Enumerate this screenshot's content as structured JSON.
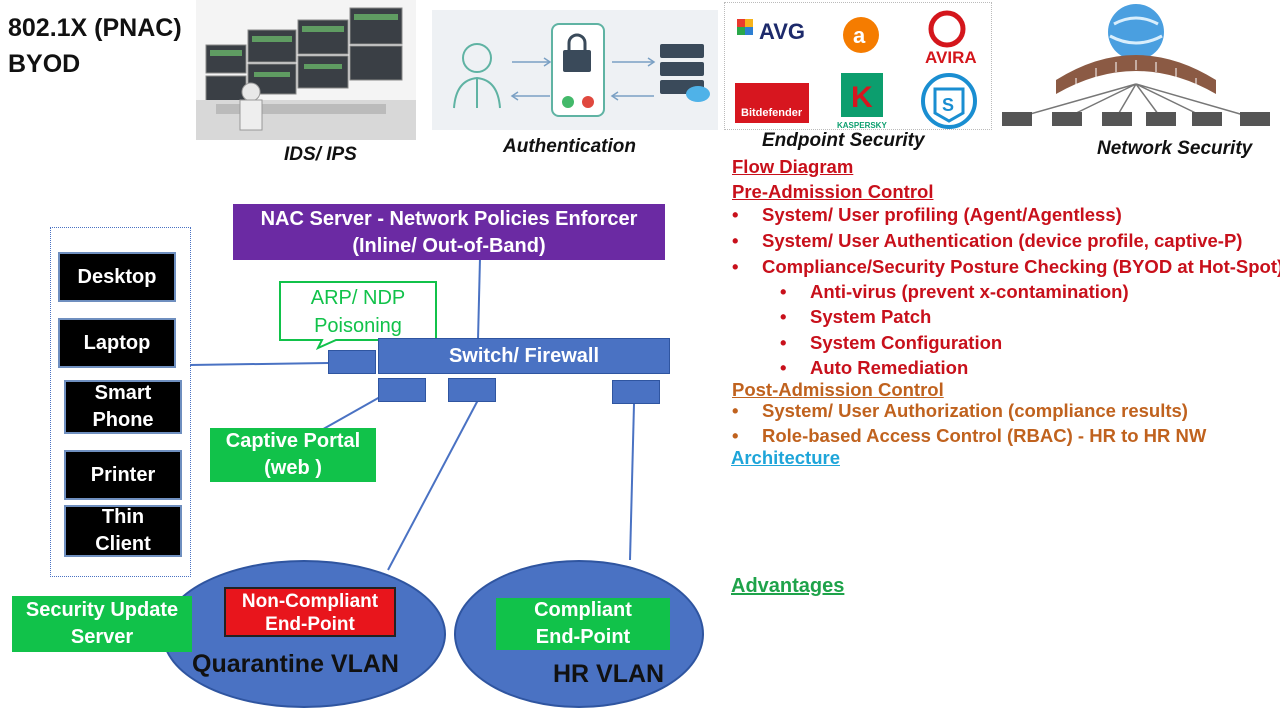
{
  "title": {
    "line1": "802.1X (PNAC)",
    "line2": "BYOD"
  },
  "top_images": {
    "ids_ips": {
      "caption": "IDS/ IPS"
    },
    "authentication": {
      "caption": "Authentication"
    },
    "endpoint_security": {
      "caption": "Endpoint Security",
      "logos": {
        "avg": "AVG",
        "avira": "AVIRA",
        "bitdefender": "Bitdefender",
        "kaspersky": "KASPERSKY"
      }
    },
    "network_security": {
      "caption": "Network Security"
    }
  },
  "diagram": {
    "nac_server": {
      "line1": "NAC Server - Network Policies Enforcer",
      "line2": "(Inline/ Out-of-Band)"
    },
    "arp_ndp": {
      "line1": "ARP/ NDP",
      "line2": "Poisoning"
    },
    "switch": "Switch/ Firewall",
    "devices": {
      "desktop": "Desktop",
      "laptop": "Laptop",
      "smart_phone_1": "Smart",
      "smart_phone_2": "Phone",
      "printer": "Printer",
      "thin_client_1": "Thin",
      "thin_client_2": "Client"
    },
    "captive_portal": {
      "line1": "Captive Portal",
      "line2": "(web )"
    },
    "security_update": {
      "line1": "Security Update",
      "line2": "Server"
    },
    "non_compliant": {
      "line1": "Non-Compliant",
      "line2": "End-Point"
    },
    "compliant": {
      "line1": "Compliant",
      "line2": "End-Point"
    },
    "quarantine_vlan": "Quarantine VLAN",
    "hr_vlan": "HR VLAN"
  },
  "notes": {
    "flow_diagram": "Flow Diagram",
    "pre_admission": "Pre-Admission Control",
    "pre_items": [
      "System/ User profiling (Agent/Agentless)",
      "System/ User Authentication (device profile, captive-P)",
      "Compliance/Security Posture Checking (BYOD at Hot-Spot)"
    ],
    "compliance_subitems": [
      "Anti-virus (prevent x-contamination)",
      "System Patch",
      "System Configuration",
      "Auto Remediation"
    ],
    "post_admission": "Post-Admission Control",
    "post_items": [
      "System/ User Authorization (compliance results)",
      "Role-based Access Control (RBAC)  - HR to HR NW"
    ],
    "architecture": "Architecture",
    "advantages": "Advantages"
  },
  "colors": {
    "nac_purple": "#6b2aa3",
    "switch_blue": "#4a72c3",
    "green": "#11c24a",
    "red_text": "#c8101b",
    "brown_text": "#c0621e",
    "link_cyan": "#1ea5d9",
    "link_green": "#1ea34a"
  }
}
